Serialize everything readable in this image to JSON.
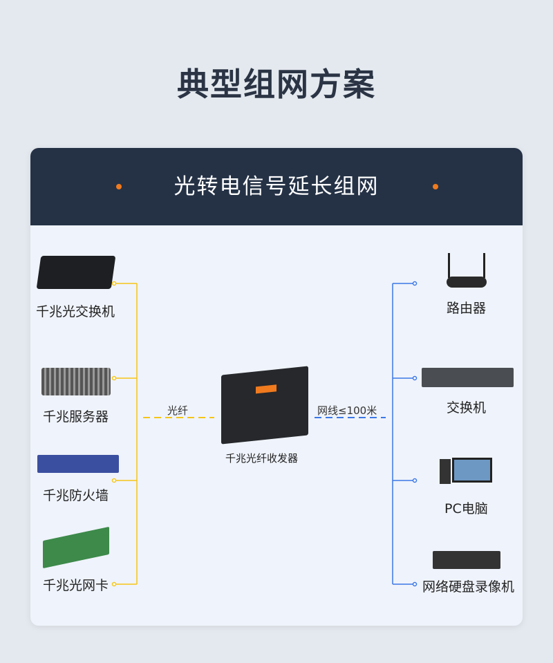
{
  "title": "典型组网方案",
  "scenario": "光转电信号延长组网",
  "left_devices": [
    "千兆光交换机",
    "千兆服务器",
    "千兆防火墙",
    "千兆光网卡"
  ],
  "right_devices": [
    "路由器",
    "交换机",
    "PC电脑",
    "网络硬盘录像机"
  ],
  "center_device": "千兆光纤收发器",
  "fiber_label": "光纤",
  "cable_label": "网线≤100米",
  "colors": {
    "header": "#253246",
    "accent": "#f07a1e",
    "fiber": "#f5c518",
    "cable": "#3a78e6"
  }
}
